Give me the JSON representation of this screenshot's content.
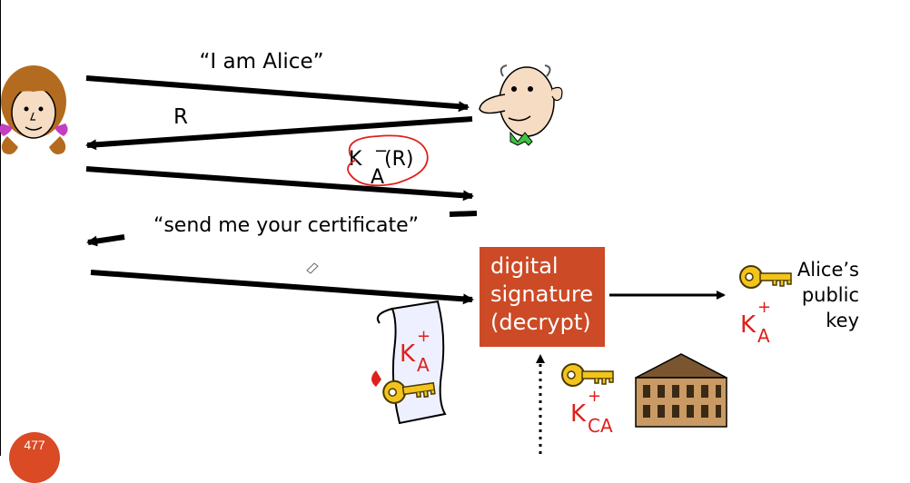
{
  "messages": {
    "i_am_alice": "“I am Alice”",
    "nonce": "R",
    "signed_nonce": {
      "base": "K",
      "sup": "−",
      "sub": "A",
      "arg": "(R)"
    },
    "send_cert": "“send me your certificate”"
  },
  "signature_box": {
    "lines": [
      "digital",
      "signature",
      "(decrypt)"
    ],
    "color": "#cc4a26"
  },
  "output_label": {
    "lines": [
      "Alice’s",
      "public",
      "key"
    ]
  },
  "keys": {
    "alice_public": {
      "base": "K",
      "sup": "+",
      "sub": "A"
    },
    "certificate": {
      "base": "K",
      "sup": "+",
      "sub": "A"
    },
    "ca_public": {
      "base": "K",
      "sup": "+",
      "sub": "CA"
    }
  },
  "colors": {
    "key_symbol": "#e0201b",
    "arrow": "#000000",
    "annotation": "#e0201b"
  },
  "slide_number": "477"
}
